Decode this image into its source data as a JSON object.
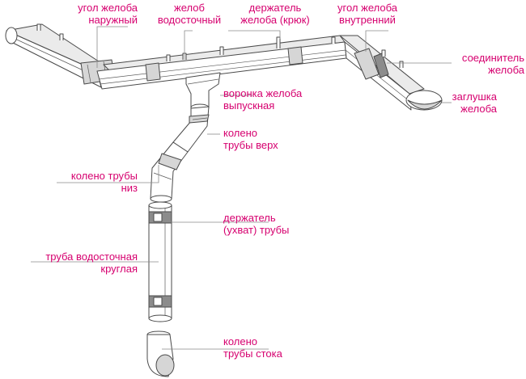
{
  "labels": {
    "corner_outer": [
      "угол желоба",
      "наружный"
    ],
    "gutter": [
      "желоб",
      "водосточный"
    ],
    "holder_hook": [
      "держатель",
      "желоба (крюк)"
    ],
    "corner_inner": [
      "угол желоба",
      "внутренний"
    ],
    "connector": [
      "соединитель",
      "желоба"
    ],
    "end_cap": [
      "заглушка",
      "желоба"
    ],
    "funnel": [
      "воронка желоба",
      "выпускная"
    ],
    "elbow_top": [
      "колено",
      "трубы верх"
    ],
    "elbow_bottom": [
      "колено трубы",
      "низ"
    ],
    "pipe_holder": [
      "держатель",
      "(ухват) трубы"
    ],
    "pipe": [
      "труба водосточная",
      "круглая"
    ],
    "drain_elbow": [
      "колено",
      "трубы стока"
    ]
  },
  "colors": {
    "label": "#d6006f",
    "leader": "#8a8a8a",
    "outline": "#4a4a4a",
    "shade": "#d6d6d6",
    "dark_band": "#8c8c8c"
  }
}
